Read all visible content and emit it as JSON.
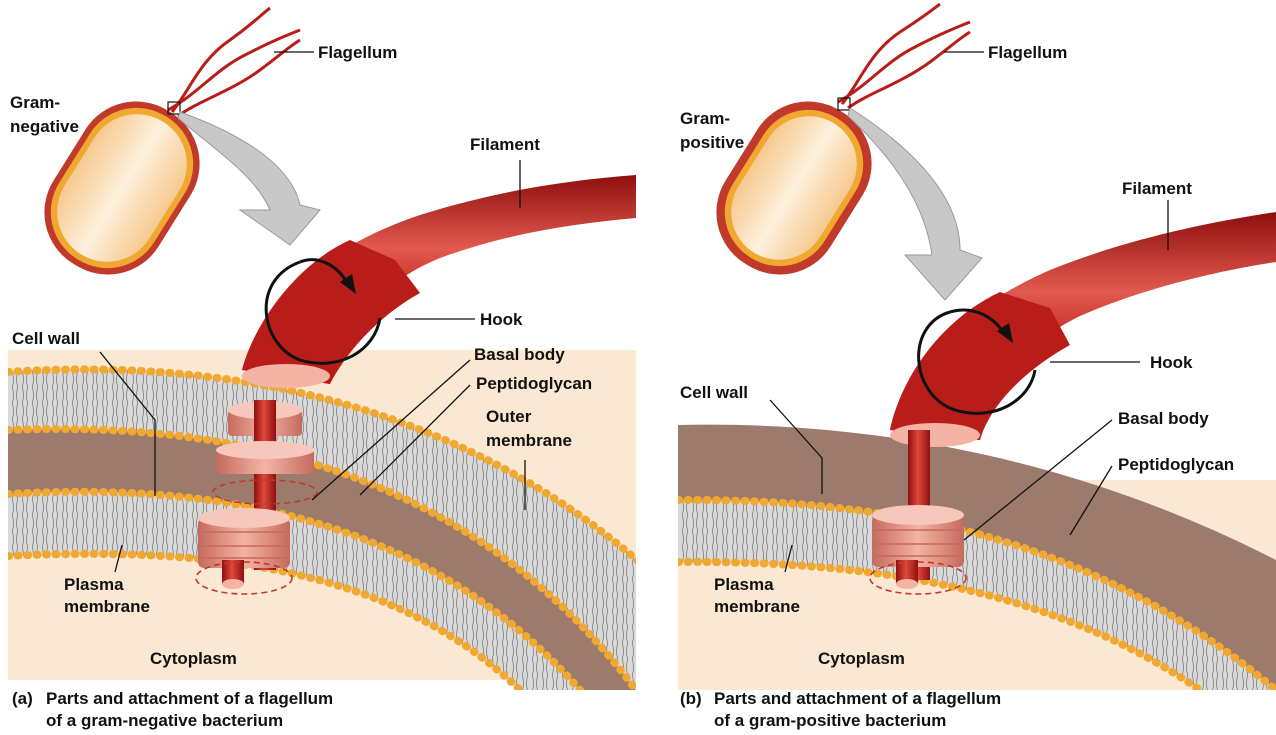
{
  "panels": [
    {
      "bacterium_label": [
        "Gram-",
        "negative"
      ],
      "labels": {
        "flagellum": "Flagellum",
        "filament": "Filament",
        "hook": "Hook",
        "cell_wall": "Cell wall",
        "basal_body": "Basal body",
        "peptidoglycan": "Peptidoglycan",
        "outer_membrane": [
          "Outer",
          "membrane"
        ],
        "plasma_membrane": [
          "Plasma",
          "membrane"
        ],
        "cytoplasm": "Cytoplasm"
      },
      "caption_letter": "(a)",
      "caption": [
        "Parts and attachment of a flagellum",
        "of a gram-negative bacterium"
      ]
    },
    {
      "bacterium_label": [
        "Gram-",
        "positive"
      ],
      "labels": {
        "flagellum": "Flagellum",
        "filament": "Filament",
        "hook": "Hook",
        "cell_wall": "Cell wall",
        "basal_body": "Basal body",
        "peptidoglycan": "Peptidoglycan",
        "plasma_membrane": [
          "Plasma",
          "membrane"
        ],
        "cytoplasm": "Cytoplasm"
      },
      "caption_letter": "(b)",
      "caption": [
        "Parts and attachment of a flagellum",
        "of a gram-positive bacterium"
      ]
    }
  ],
  "colors": {
    "cytoplasm": "#fbe8d2",
    "peptidoglycan": "#9c7a6c",
    "membrane_core": "#d9d9d9",
    "lipid_head": "#f0a830",
    "filament": "#b81d1a",
    "basal_ring": "#e8988a",
    "cell_body": "#fbe3c4",
    "arrow": "#c8c8c8"
  }
}
